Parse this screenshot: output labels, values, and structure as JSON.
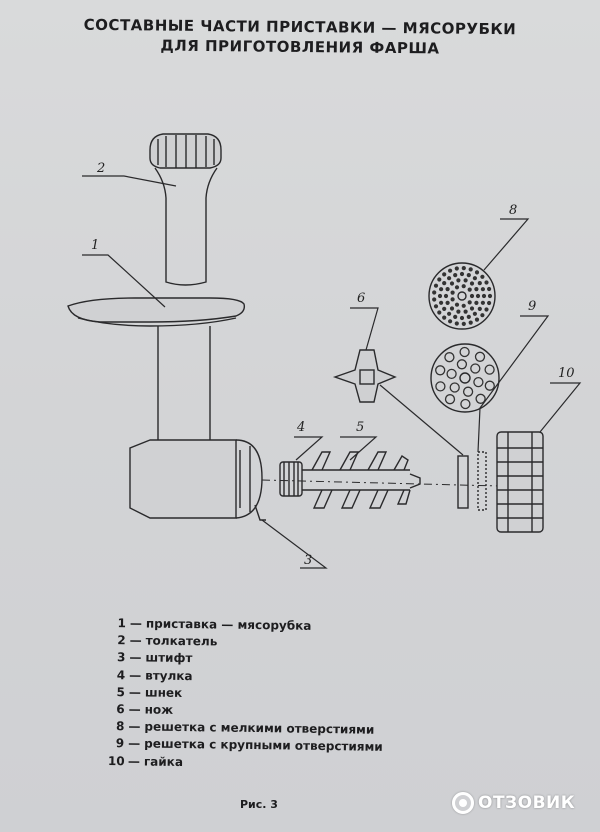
{
  "title": {
    "line1": "СОСТАВНЫЕ ЧАСТИ ПРИСТАВКИ — МЯСОРУБКИ",
    "line2": "ДЛЯ ПРИГОТОВЛЕНИЯ ФАРША"
  },
  "callouts": {
    "c1": "1",
    "c2": "2",
    "c3": "3",
    "c4": "4",
    "c5": "5",
    "c6": "6",
    "c8": "8",
    "c9": "9",
    "c10": "10"
  },
  "legend": [
    {
      "num": "1",
      "text": "приставка — мясорубка"
    },
    {
      "num": "2",
      "text": "толкатель"
    },
    {
      "num": "3",
      "text": "штифт"
    },
    {
      "num": "4",
      "text": "втулка"
    },
    {
      "num": "5",
      "text": "шнек"
    },
    {
      "num": "6",
      "text": "нож"
    },
    {
      "num": "8",
      "text": "решетка с мелкими отверстиями"
    },
    {
      "num": "9",
      "text": "решетка с крупными отверстиями"
    },
    {
      "num": "10",
      "text": "гайка"
    }
  ],
  "caption": "Рис. 3",
  "watermark": {
    "text": "ОТЗОВИК",
    "icon": "otzovik-logo-icon"
  },
  "colors": {
    "paper": "#d5d6d8",
    "ink": "#1d1d1f"
  }
}
